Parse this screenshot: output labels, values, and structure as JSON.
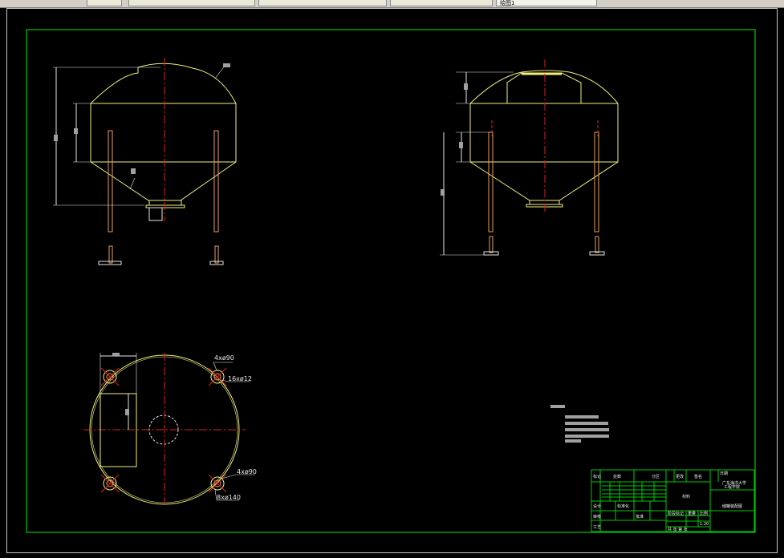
{
  "taskbar": {
    "buttons": [
      {
        "label": ""
      },
      {
        "label": ""
      },
      {
        "label": ""
      },
      {
        "label": ""
      },
      {
        "label": "绘图1"
      }
    ]
  },
  "colors": {
    "background": "#000000",
    "border_green": "#00c800",
    "outline_yellow": "#f0f080",
    "center_red": "#dd2020",
    "dim_white": "#e6e6e6",
    "leg_orange": "#e8a060"
  },
  "plan_view": {
    "note_top_left": "4xø90",
    "note_holes": "16xø12",
    "note_right": "4xø90",
    "note_bottom": "8xø140"
  },
  "title_block": {
    "row1": [
      "标记",
      "处数",
      "分区",
      "更改",
      "签名",
      "日期"
    ],
    "school": "广东海洋大学",
    "school_sub": "工程学院",
    "drawing_name": "储罐装配图",
    "center_label": "材料",
    "row3": [
      "设计",
      "标准化",
      "阶段标记",
      "重量",
      "比例"
    ],
    "row4": [
      "审核"
    ],
    "row5": [
      "工艺",
      "批准"
    ],
    "scale": "1:20",
    "sheet": "共 张 第 张"
  }
}
